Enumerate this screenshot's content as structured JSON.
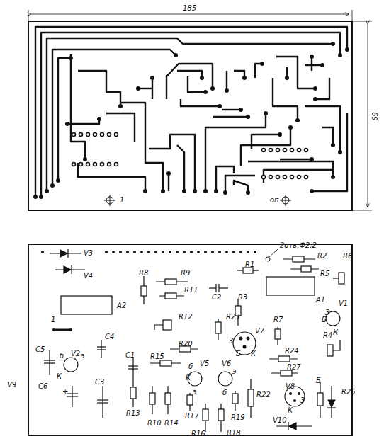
{
  "diagram": {
    "labels": [
      "185",
      "69",
      "1",
      "оп",
      "2отв.Ф2,2",
      "V3",
      "V4",
      "R8",
      "R9",
      "R11",
      "C2",
      "R3",
      "R1",
      "R2",
      "R6",
      "R5",
      "A1",
      "V1",
      "3",
      "Б",
      "К",
      "R4",
      "A2",
      "1",
      "R12",
      "R23",
      "R20",
      "R7",
      "V7",
      "3",
      "Б",
      "К",
      "C5",
      "б",
      "V2",
      "э",
      "К",
      "C4",
      "C1",
      "R15",
      "V5",
      "б",
      "К",
      "э",
      "V6",
      "э",
      "б",
      "R24",
      "R27",
      "C6",
      "+",
      "C3",
      "R13",
      "R10",
      "R14",
      "R17",
      "R16",
      "R19",
      "R18",
      "R22",
      "V8",
      "3",
      "К",
      "Б",
      "R25",
      "V10",
      "V9"
    ]
  }
}
